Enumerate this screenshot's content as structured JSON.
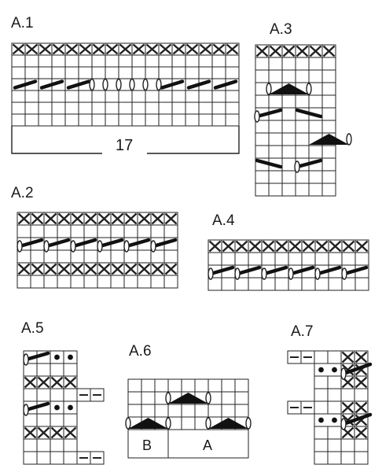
{
  "charts": {
    "A1": {
      "title": "A.1",
      "width_label": "17"
    },
    "A2": {
      "title": "A.2"
    },
    "A3": {
      "title": "A.3"
    },
    "A4": {
      "title": "A.4"
    },
    "A5": {
      "title": "A.5"
    },
    "A6": {
      "title": "A.6",
      "section_b": "B",
      "section_a": "A"
    },
    "A7": {
      "title": "A.7"
    }
  },
  "symbols": {
    "cross": "x-cross-symbol",
    "dash": "double-dash-symbol",
    "dot": "double-dot-symbol",
    "cable": "slanted-cable-symbol",
    "loop": "yarn-over-loop-symbol",
    "triangle": "filled-triangle-symbol"
  },
  "colors": {
    "line": "#222222",
    "fill": "#111111",
    "background": "#ffffff"
  }
}
